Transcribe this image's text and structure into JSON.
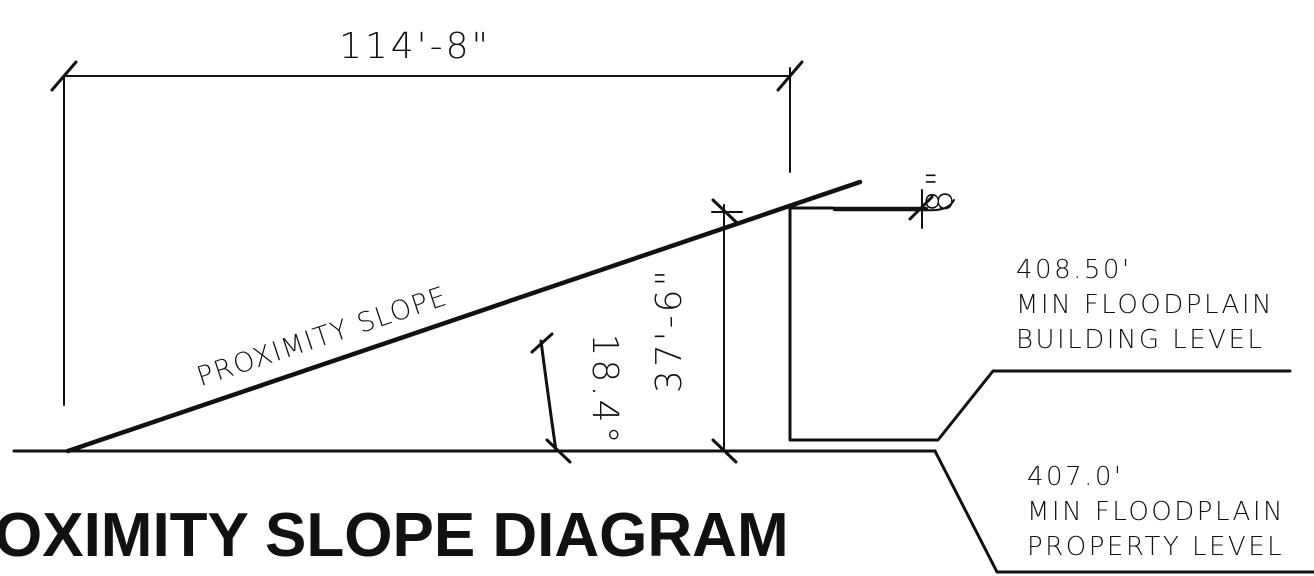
{
  "title": "OXIMITY SLOPE DIAGRAM",
  "dimensions": {
    "horizontal": "114'-8\"",
    "vertical": "37'-6\"",
    "angle": "18.4°",
    "offset": "8\""
  },
  "slope_label": "PROXIMITY SLOPE",
  "building_level": {
    "elevation": "408.50'",
    "line1": "MIN FLOODPLAIN",
    "line2": "BUILDING LEVEL"
  },
  "property_level": {
    "elevation": "407.0'",
    "line1": "MIN FLOODPLAIN",
    "line2": "PROPERTY LEVEL"
  }
}
